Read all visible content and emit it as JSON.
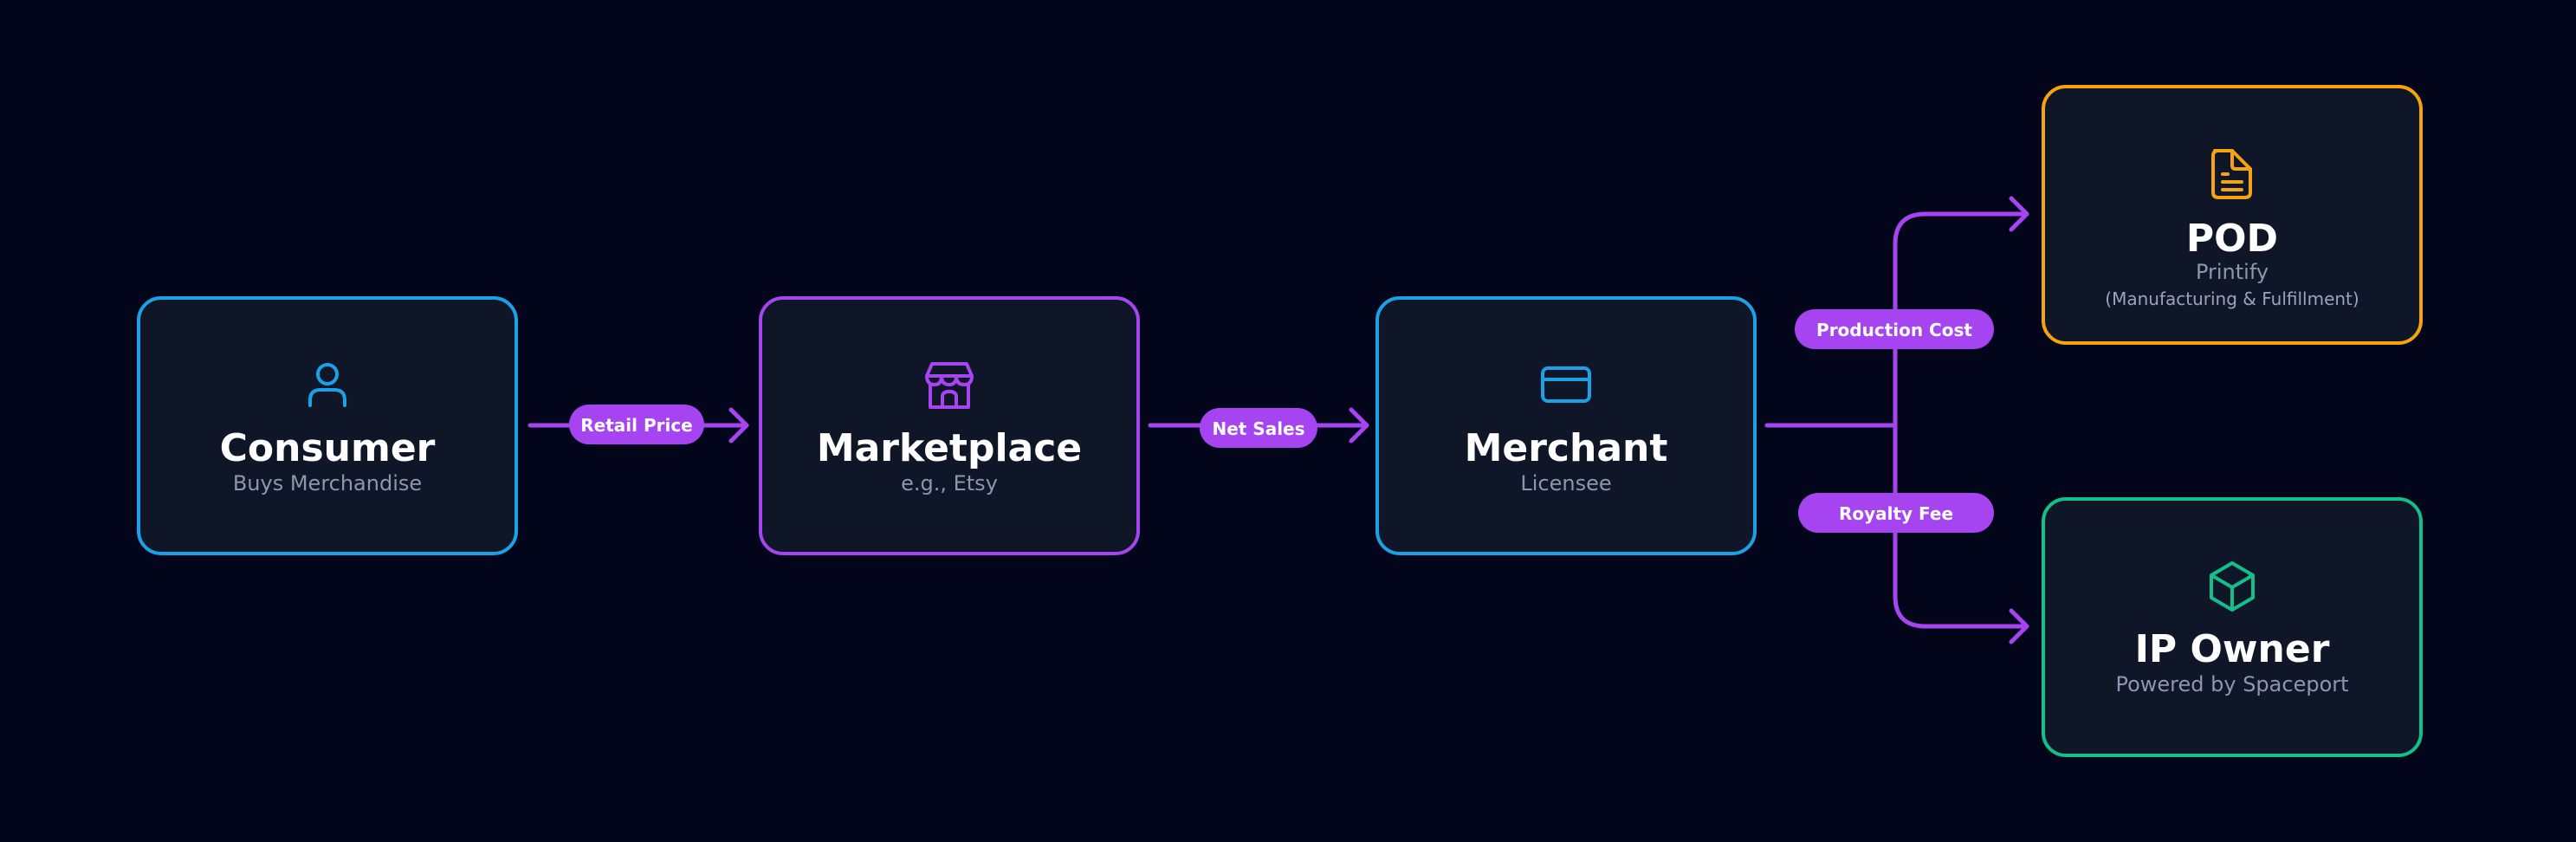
{
  "colors": {
    "background": "#03061a",
    "box_fill": "#0f1628",
    "blue": "#1aa1e6",
    "purple": "#a544f0",
    "orange": "#f5a310",
    "green": "#12c08a"
  },
  "nodes": {
    "consumer": {
      "title": "Consumer",
      "subtitle": "Buys Merchandise",
      "icon": "user-icon",
      "color": "blue"
    },
    "marketplace": {
      "title": "Marketplace",
      "subtitle": "e.g., Etsy",
      "icon": "storefront-icon",
      "color": "purple"
    },
    "merchant": {
      "title": "Merchant",
      "subtitle": "Licensee",
      "icon": "credit-card-icon",
      "color": "blue"
    },
    "pod": {
      "title": "POD",
      "subtitle": "Printify",
      "note": "(Manufacturing & Fulfillment)",
      "icon": "document-icon",
      "color": "orange"
    },
    "ip_owner": {
      "title": "IP Owner",
      "subtitle": "Powered by Spaceport",
      "icon": "cube-icon",
      "color": "green"
    }
  },
  "edges": {
    "retail_price": {
      "label": "Retail Price",
      "from": "Consumer",
      "to": "Marketplace"
    },
    "net_sales": {
      "label": "Net Sales",
      "from": "Marketplace",
      "to": "Merchant"
    },
    "production_cost": {
      "label": "Production Cost",
      "from": "Merchant",
      "to": "POD"
    },
    "royalty_fee": {
      "label": "Royalty Fee",
      "from": "Merchant",
      "to": "IP Owner"
    }
  }
}
